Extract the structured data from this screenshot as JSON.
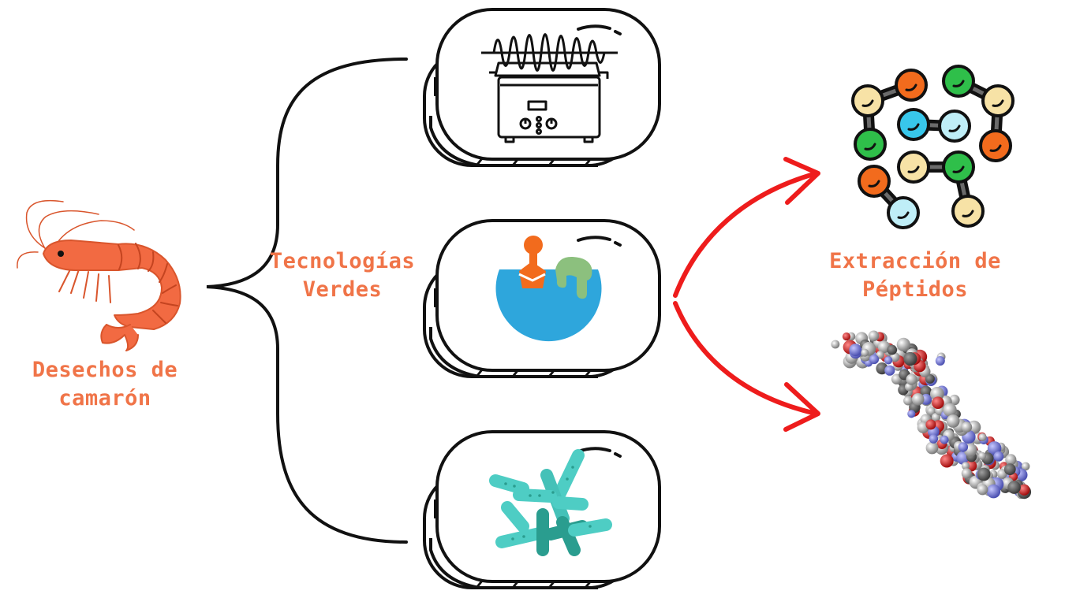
{
  "source": {
    "line1": "Desechos de",
    "line2": "camarón",
    "icon": "shrimp-icon"
  },
  "middle": {
    "line1": "Tecnologías",
    "line2": "Verdes",
    "methods": [
      {
        "icon": "ultrasonic-bath-icon"
      },
      {
        "icon": "enzyme-substrate-icon"
      },
      {
        "icon": "bacteria-icon"
      }
    ]
  },
  "output": {
    "line1": "Extracción de",
    "line2": "Péptidos",
    "icons": [
      "peptide-chain-icon",
      "protein-model-icon"
    ]
  },
  "colors": {
    "label": "#f07448",
    "arrow": "#ee1c1c",
    "stroke": "#111111",
    "shrimp": "#f26a42",
    "enzyme_blue": "#2ea6dc",
    "substrate_orange": "#f26b1d",
    "substrate_green": "#8cc07e",
    "bacteria": "#4ecdc4"
  }
}
